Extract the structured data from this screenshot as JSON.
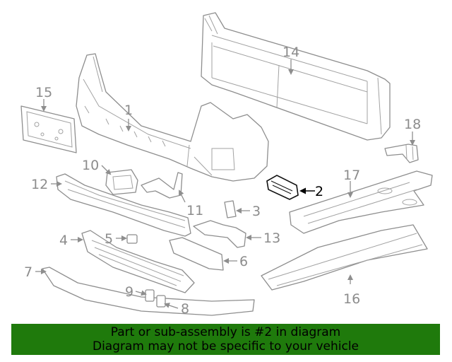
{
  "callouts": {
    "c1": "1",
    "c2": "2",
    "c3": "3",
    "c4": "4",
    "c5": "5",
    "c6": "6",
    "c7": "7",
    "c8": "8",
    "c9": "9",
    "c10": "10",
    "c11": "11",
    "c12": "12",
    "c13": "13",
    "c14": "14",
    "c15": "15",
    "c16": "16",
    "c17": "17",
    "c18": "18"
  },
  "highlighted_part": "2",
  "banner": {
    "line1": "Part or sub-assembly is #2 in diagram",
    "line2": "Diagram may not be specific to your vehicle"
  },
  "colors": {
    "banner_bg": "#1f7a0c",
    "line_gray": "#8e8e8e",
    "highlight": "#000000"
  }
}
